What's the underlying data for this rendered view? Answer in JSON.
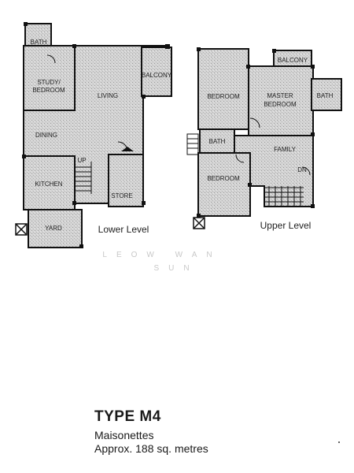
{
  "plan": {
    "lower_level_label": "Lower Level",
    "upper_level_label": "Upper Level",
    "lower_rooms": {
      "bath": "BATH",
      "study_line1": "STUDY/",
      "study_line2": "BEDROOM",
      "living": "LIVING",
      "balcony": "BALCONY",
      "dining": "DINING",
      "up": "UP",
      "kitchen": "KITCHEN",
      "store": "STORE",
      "yard": "YARD"
    },
    "upper_rooms": {
      "bedroom_1": "BEDROOM",
      "balcony": "BALCONY",
      "master_line1": "MASTER",
      "master_line2": "BEDROOM",
      "bath_master": "BATH",
      "bath": "BATH",
      "family": "FAMILY",
      "dn": "DN",
      "bedroom_2": "BEDROOM"
    },
    "watermark_line1": "LEOW WAN",
    "watermark_line2": "SUN"
  },
  "caption": {
    "title": "TYPE M4",
    "subtitle": "Maisonettes",
    "area": "Approx. 188 sq. metres"
  }
}
